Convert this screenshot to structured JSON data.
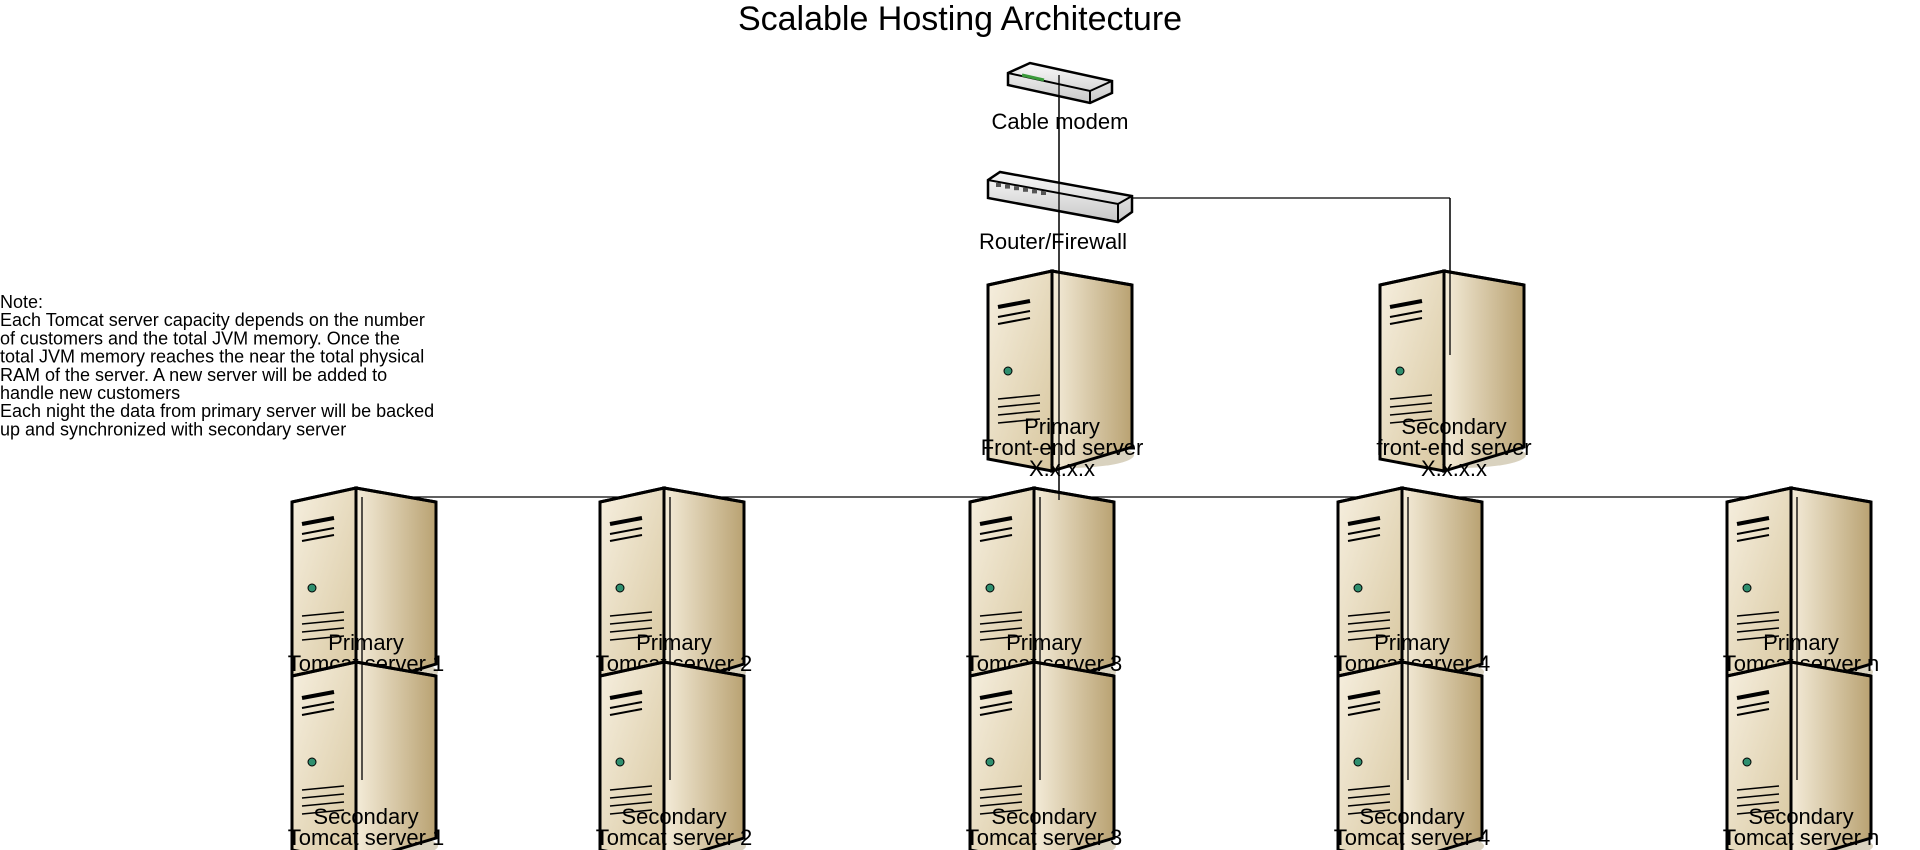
{
  "title": "Scalable Hosting Architecture",
  "note": {
    "lines": [
      "Note:",
      "Each Tomcat server capacity depends on the number",
      "of customers and the total JVM memory.  Once the",
      "total JVM memory reaches the near the total physical",
      "RAM of the server.  A new server will be added to",
      "handle new customers",
      "Each night the data from primary server will be backed",
      "up and synchronized with secondary server"
    ]
  },
  "devices": {
    "modem": {
      "label": "Cable modem",
      "icon": "cable-modem-icon"
    },
    "router": {
      "label": "Router/Firewall",
      "icon": "router-icon"
    }
  },
  "front_end": {
    "primary": {
      "lines": [
        "Primary",
        "Front-end server",
        "X.x.x.x"
      ],
      "icon": "server-icon"
    },
    "secondary": {
      "lines": [
        "Secondary",
        "front-end server",
        "X.x.x.x"
      ],
      "icon": "server-icon"
    }
  },
  "tomcat": [
    {
      "primary": [
        "Primary",
        "Tomcat server 1"
      ],
      "secondary": [
        "Secondary",
        "Tomcat server 1"
      ]
    },
    {
      "primary": [
        "Primary",
        "Tomcat server 2"
      ],
      "secondary": [
        "Secondary",
        "Tomcat server 2"
      ]
    },
    {
      "primary": [
        "Primary",
        "Tomcat server 3"
      ],
      "secondary": [
        "Secondary",
        "Tomcat server 3"
      ]
    },
    {
      "primary": [
        "Primary",
        "Tomcat server 4"
      ],
      "secondary": [
        "Secondary",
        "Tomcat server 4"
      ]
    },
    {
      "primary": [
        "Primary",
        "Tomcat server n"
      ],
      "secondary": [
        "Secondary",
        "Tomcat server n"
      ]
    }
  ],
  "colors": {
    "server_body": "#e8dcc0",
    "server_side": "#c9b48a",
    "server_top": "#f3ecdc",
    "shadow": "#d9d2bf",
    "device_body": "#e6e6e6",
    "led_green": "#3a9a3a"
  }
}
